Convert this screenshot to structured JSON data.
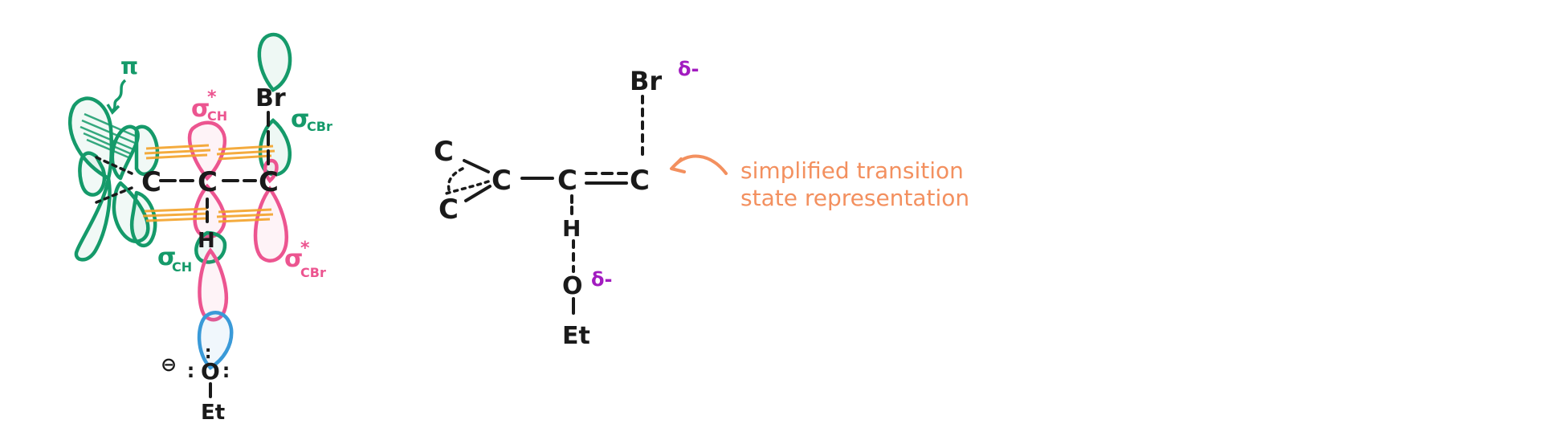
{
  "colors": {
    "green": "#159a6a",
    "pink": "#ec5590",
    "blue": "#3a9ad8",
    "orange": "#f3a32a",
    "purple": "#a21cc0",
    "annotation": "#f3905f",
    "ink": "#1a1a1a"
  },
  "orbital_diagram": {
    "pi_label": "π",
    "sigma_star_ch": {
      "sigma": "σ",
      "star": "*",
      "sub": "CH"
    },
    "sigma_cbr": {
      "sigma": "σ",
      "sub": "CBr"
    },
    "sigma_ch": {
      "sigma": "σ",
      "sub": "CH"
    },
    "sigma_star_cbr": {
      "sigma": "σ",
      "star": "*",
      "sub": "CBr"
    },
    "atom_c1": "C",
    "atom_c2": "C",
    "atom_c3": "C",
    "atom_br": "Br",
    "atom_h": "H",
    "atom_o": "O",
    "base_group": "Et",
    "charge": "⊖",
    "lone_pair": "∶"
  },
  "transition_state": {
    "atom_c_top": "C",
    "atom_c_bottom": "C",
    "atom_c1": "C",
    "atom_c2": "C",
    "atom_c3": "C",
    "atom_br": "Br",
    "partial_br": "δ-",
    "atom_h": "H",
    "atom_o": "O",
    "partial_o": "δ-",
    "base_group": "Et"
  },
  "annotation": {
    "line1": "simplified transition",
    "line2": "state representation"
  }
}
